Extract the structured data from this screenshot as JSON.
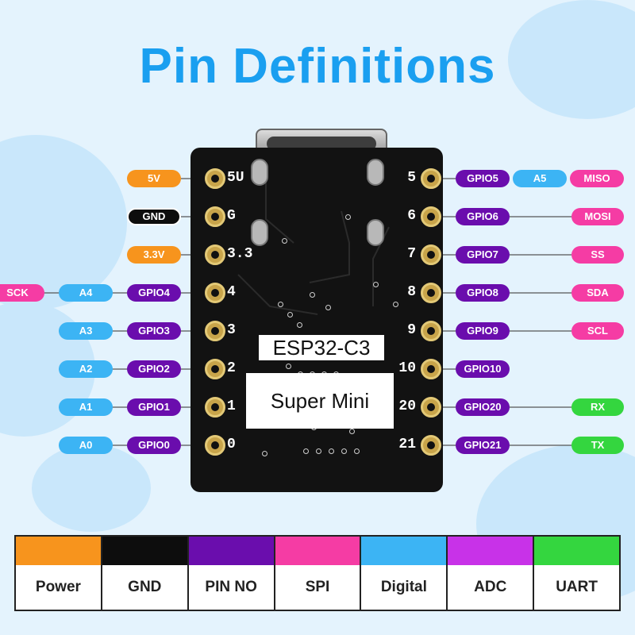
{
  "title": "Pin Definitions",
  "colors": {
    "power": "#f7941d",
    "gnd": "#0d0d0d",
    "pin_no": "#6a0dad",
    "spi": "#f53ca4",
    "digital": "#3cb4f4",
    "adc": "#c832e8",
    "uart": "#34d63f"
  },
  "board": {
    "chip_label": "ESP32-C3",
    "model_label": "Super Mini",
    "left_silk": [
      "5U",
      "G",
      "3.3",
      "4",
      "3",
      "2",
      "1",
      "0"
    ],
    "right_silk": [
      "5",
      "6",
      "7",
      "8",
      "9",
      "10",
      "20",
      "21"
    ]
  },
  "left_pins": [
    {
      "labels": [
        {
          "text": "5V",
          "kind": "power"
        }
      ]
    },
    {
      "labels": [
        {
          "text": "GND",
          "kind": "gnd"
        }
      ]
    },
    {
      "labels": [
        {
          "text": "3.3V",
          "kind": "power"
        }
      ]
    },
    {
      "labels": [
        {
          "text": "SCK",
          "kind": "spi"
        },
        {
          "text": "A4",
          "kind": "digital"
        },
        {
          "text": "GPIO4",
          "kind": "pin_no"
        }
      ]
    },
    {
      "labels": [
        {
          "text": "A3",
          "kind": "digital"
        },
        {
          "text": "GPIO3",
          "kind": "pin_no"
        }
      ]
    },
    {
      "labels": [
        {
          "text": "A2",
          "kind": "digital"
        },
        {
          "text": "GPIO2",
          "kind": "pin_no"
        }
      ]
    },
    {
      "labels": [
        {
          "text": "A1",
          "kind": "digital"
        },
        {
          "text": "GPIO1",
          "kind": "pin_no"
        }
      ]
    },
    {
      "labels": [
        {
          "text": "A0",
          "kind": "digital"
        },
        {
          "text": "GPIO0",
          "kind": "pin_no"
        }
      ]
    }
  ],
  "right_pins": [
    {
      "labels": [
        {
          "text": "GPIO5",
          "kind": "pin_no"
        },
        {
          "text": "A5",
          "kind": "digital"
        },
        {
          "text": "MISO",
          "kind": "spi"
        }
      ]
    },
    {
      "labels": [
        {
          "text": "GPIO6",
          "kind": "pin_no"
        },
        {
          "text": "MOSI",
          "kind": "spi"
        }
      ]
    },
    {
      "labels": [
        {
          "text": "GPIO7",
          "kind": "pin_no"
        },
        {
          "text": "SS",
          "kind": "spi"
        }
      ]
    },
    {
      "labels": [
        {
          "text": "GPIO8",
          "kind": "pin_no"
        },
        {
          "text": "SDA",
          "kind": "spi"
        }
      ]
    },
    {
      "labels": [
        {
          "text": "GPIO9",
          "kind": "pin_no"
        },
        {
          "text": "SCL",
          "kind": "spi"
        }
      ]
    },
    {
      "labels": [
        {
          "text": "GPIO10",
          "kind": "pin_no"
        }
      ]
    },
    {
      "labels": [
        {
          "text": "GPIO20",
          "kind": "pin_no"
        },
        {
          "text": "RX",
          "kind": "uart"
        }
      ]
    },
    {
      "labels": [
        {
          "text": "GPIO21",
          "kind": "pin_no"
        },
        {
          "text": "TX",
          "kind": "uart"
        }
      ]
    }
  ],
  "legend": [
    {
      "label": "Power",
      "kind": "power"
    },
    {
      "label": "GND",
      "kind": "gnd"
    },
    {
      "label": "PIN NO",
      "kind": "pin_no"
    },
    {
      "label": "SPI",
      "kind": "spi"
    },
    {
      "label": "Digital",
      "kind": "digital"
    },
    {
      "label": "ADC",
      "kind": "adc"
    },
    {
      "label": "UART",
      "kind": "uart"
    }
  ]
}
